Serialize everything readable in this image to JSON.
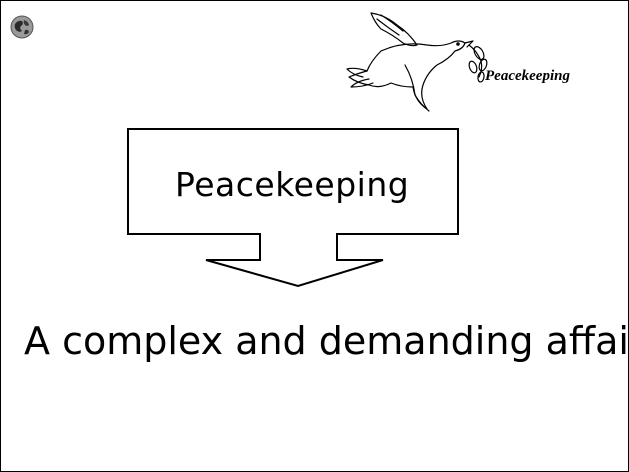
{
  "slide": {
    "brand": "Peacekeeping",
    "box_label": "Peacekeeping",
    "headline": "A complex and demanding affair"
  },
  "icons": {
    "corner_logo": "globe-logo-icon",
    "dove": "dove-with-olive-branch-icon",
    "arrow": "callout-down-arrow"
  },
  "colors": {
    "background": "#ffffff",
    "ink": "#000000"
  }
}
